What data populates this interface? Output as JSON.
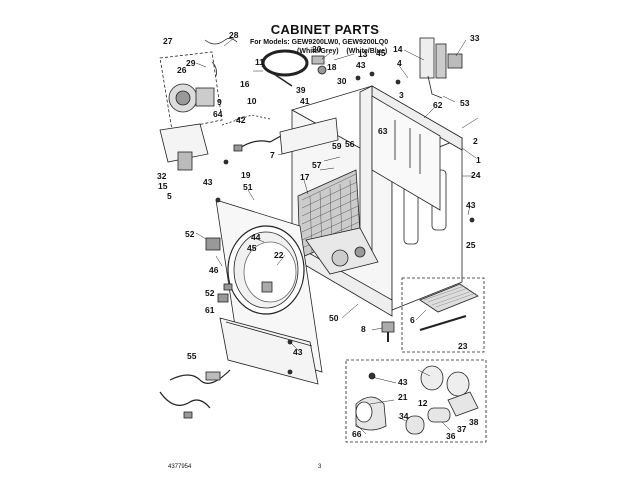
{
  "header": {
    "title": "CABINET PARTS",
    "models_prefix": "For Models:",
    "model_1": "GEW9200LW0,",
    "model_2": "GEW9200LQ0",
    "color_1": "(White/Grey)",
    "color_2": "(White/Blue)"
  },
  "footer": {
    "doc_number": "4377954",
    "page_number": "3"
  },
  "part_labels": [
    {
      "id": "27",
      "text": "27"
    },
    {
      "id": "28",
      "text": "28"
    },
    {
      "id": "29",
      "text": "29"
    },
    {
      "id": "26",
      "text": "26"
    },
    {
      "id": "11",
      "text": "11"
    },
    {
      "id": "16",
      "text": "16"
    },
    {
      "id": "9",
      "text": "9"
    },
    {
      "id": "64",
      "text": "64"
    },
    {
      "id": "10",
      "text": "10"
    },
    {
      "id": "39",
      "text": "39"
    },
    {
      "id": "41",
      "text": "41"
    },
    {
      "id": "42",
      "text": "42"
    },
    {
      "id": "20",
      "text": "20"
    },
    {
      "id": "18",
      "text": "18"
    },
    {
      "id": "30",
      "text": "30"
    },
    {
      "id": "13",
      "text": "13"
    },
    {
      "id": "43a",
      "text": "43"
    },
    {
      "id": "45a",
      "text": "45"
    },
    {
      "id": "14",
      "text": "14"
    },
    {
      "id": "4",
      "text": "4"
    },
    {
      "id": "33",
      "text": "33"
    },
    {
      "id": "3",
      "text": "3"
    },
    {
      "id": "62",
      "text": "62"
    },
    {
      "id": "53",
      "text": "53"
    },
    {
      "id": "63",
      "text": "63"
    },
    {
      "id": "56",
      "text": "56"
    },
    {
      "id": "2",
      "text": "2"
    },
    {
      "id": "59",
      "text": "59"
    },
    {
      "id": "7",
      "text": "7"
    },
    {
      "id": "57",
      "text": "57"
    },
    {
      "id": "17",
      "text": "17"
    },
    {
      "id": "1",
      "text": "1"
    },
    {
      "id": "19",
      "text": "19"
    },
    {
      "id": "51",
      "text": "51"
    },
    {
      "id": "24",
      "text": "24"
    },
    {
      "id": "32",
      "text": "32"
    },
    {
      "id": "15",
      "text": "15"
    },
    {
      "id": "5",
      "text": "5"
    },
    {
      "id": "43b",
      "text": "43"
    },
    {
      "id": "43c",
      "text": "43"
    },
    {
      "id": "52a",
      "text": "52"
    },
    {
      "id": "44",
      "text": "44"
    },
    {
      "id": "45b",
      "text": "45"
    },
    {
      "id": "22",
      "text": "22"
    },
    {
      "id": "25",
      "text": "25"
    },
    {
      "id": "46",
      "text": "46"
    },
    {
      "id": "52b",
      "text": "52"
    },
    {
      "id": "61",
      "text": "61"
    },
    {
      "id": "50",
      "text": "50"
    },
    {
      "id": "6",
      "text": "6"
    },
    {
      "id": "8",
      "text": "8"
    },
    {
      "id": "23",
      "text": "23"
    },
    {
      "id": "43d",
      "text": "43"
    },
    {
      "id": "55",
      "text": "55"
    },
    {
      "id": "43e",
      "text": "43"
    },
    {
      "id": "21",
      "text": "21"
    },
    {
      "id": "12",
      "text": "12"
    },
    {
      "id": "34",
      "text": "34"
    },
    {
      "id": "38",
      "text": "38"
    },
    {
      "id": "37",
      "text": "37"
    },
    {
      "id": "36",
      "text": "36"
    },
    {
      "id": "66",
      "text": "66"
    }
  ]
}
